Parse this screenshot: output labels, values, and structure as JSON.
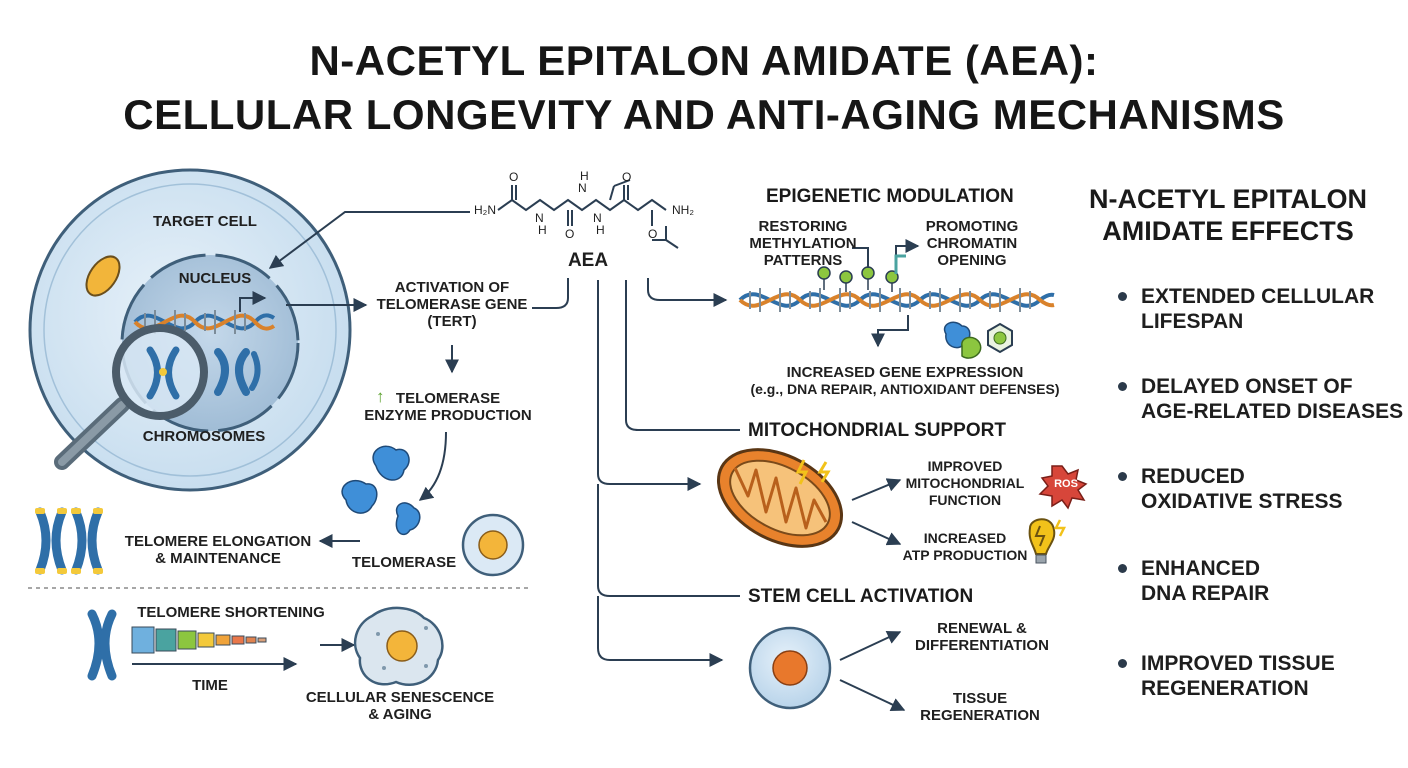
{
  "title": {
    "line1": "N-ACETYL EPITALON AMIDATE (AEA):",
    "line2": "CELLULAR LONGEVITY AND ANTI-AGING MECHANISMS"
  },
  "cell": {
    "target_cell": "TARGET CELL",
    "nucleus": "NUCLEUS",
    "chromosomes": "CHROMOSOMES"
  },
  "molecule": {
    "name": "AEA",
    "atoms": [
      "H₂N",
      "N",
      "H",
      "N",
      "H",
      "N",
      "H",
      "NH₂",
      "O",
      "O",
      "O",
      "O"
    ]
  },
  "telomerase": {
    "activation": "ACTIVATION OF\nTELOMERASE GENE\n(TERT)",
    "production_arrow": "↑",
    "production": "TELOMERASE\nENZYME PRODUCTION",
    "enzyme": "TELOMERASE",
    "elongation": "TELOMERE ELONGATION\n& MAINTENANCE"
  },
  "aging": {
    "shortening": "TELOMERE SHORTENING",
    "time": "TIME",
    "senescence": "CELLULAR SENESCENCE\n& AGING"
  },
  "epigenetic": {
    "heading": "EPIGENETIC MODULATION",
    "methylation": "RESTORING\nMETHYLATION\nPATTERNS",
    "chromatin": "PROMOTING\nCHROMATIN\nOPENING",
    "expression": "INCREASED GENE EXPRESSION",
    "expression_detail": "(e.g., DNA REPAIR, ANTIOXIDANT DEFENSES)"
  },
  "mito": {
    "heading": "MITOCHONDRIAL SUPPORT",
    "function": "IMPROVED\nMITOCHONDRIAL\nFUNCTION",
    "ros": "ROS",
    "atp": "INCREASED\nATP PRODUCTION"
  },
  "stem": {
    "heading": "STEM CELL ACTIVATION",
    "renewal": "RENEWAL &\nDIFFERENTIATION",
    "tissue": "TISSUE\nREGENERATION"
  },
  "effects": {
    "title": "N-ACETYL EPITALON\nAMIDATE EFFECTS",
    "items": [
      "EXTENDED CELLULAR\nLIFESPAN",
      "DELAYED ONSET OF\nAGE-RELATED DISEASES",
      "REDUCED\nOXIDATIVE STRESS",
      "ENHANCED\nDNA REPAIR",
      "IMPROVED TISSUE\nREGENERATION"
    ]
  },
  "colors": {
    "arrow": "#2b3e52",
    "cell_fill": "#cfe3f2",
    "nucleus_fill": "#aec8de",
    "dna_blue": "#2f6fa8",
    "dna_orange": "#d9822b",
    "enzyme": "#3f8fd8",
    "mito_outer": "#d9792a",
    "mito_inner": "#f2b15e",
    "ros_red": "#d7463a",
    "bolt_yellow": "#f2c21a",
    "methyl_green": "#8cc63f",
    "telomere_yellow": "#f3c93b"
  }
}
